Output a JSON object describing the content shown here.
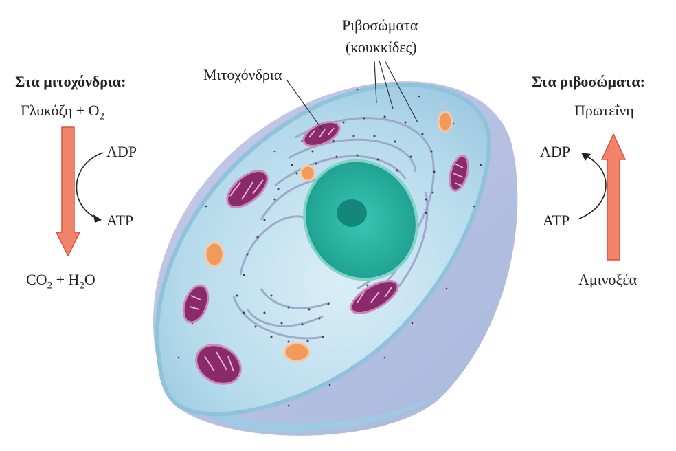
{
  "left_panel": {
    "heading": "Στα μιτοχόνδρια:",
    "reactant_prefix": "Γλυκόζη + O",
    "reactant_sub": "2",
    "cofactor_in": "ADP",
    "cofactor_out": "ATP",
    "product_co": "CO",
    "product_co_sub": "2",
    "product_plus_h": " + H",
    "product_h_sub": "2",
    "product_o": "O"
  },
  "right_panel": {
    "heading": "Στα ριβοσώματα:",
    "product": "Πρωτεΐνη",
    "cofactor_out": "ADP",
    "cofactor_in": "ATP",
    "reactant": "Αμινοξέα"
  },
  "cell": {
    "label_mitochondria": "Μιτοχόνδρια",
    "label_ribosomes": "Ριβοσώματα",
    "label_ribosomes_note": "(κουκκίδες)"
  },
  "colors": {
    "arrow_fill": "#f0836a",
    "arrow_stroke": "#d9533a",
    "cytoplasm": "#cfe8f2",
    "membrane": "#a9d3e6",
    "nucleus": "#2fb8a6",
    "nucleolus": "#14867a",
    "mitochondria": "#8b2a6b",
    "lysosome": "#f29a5a"
  }
}
